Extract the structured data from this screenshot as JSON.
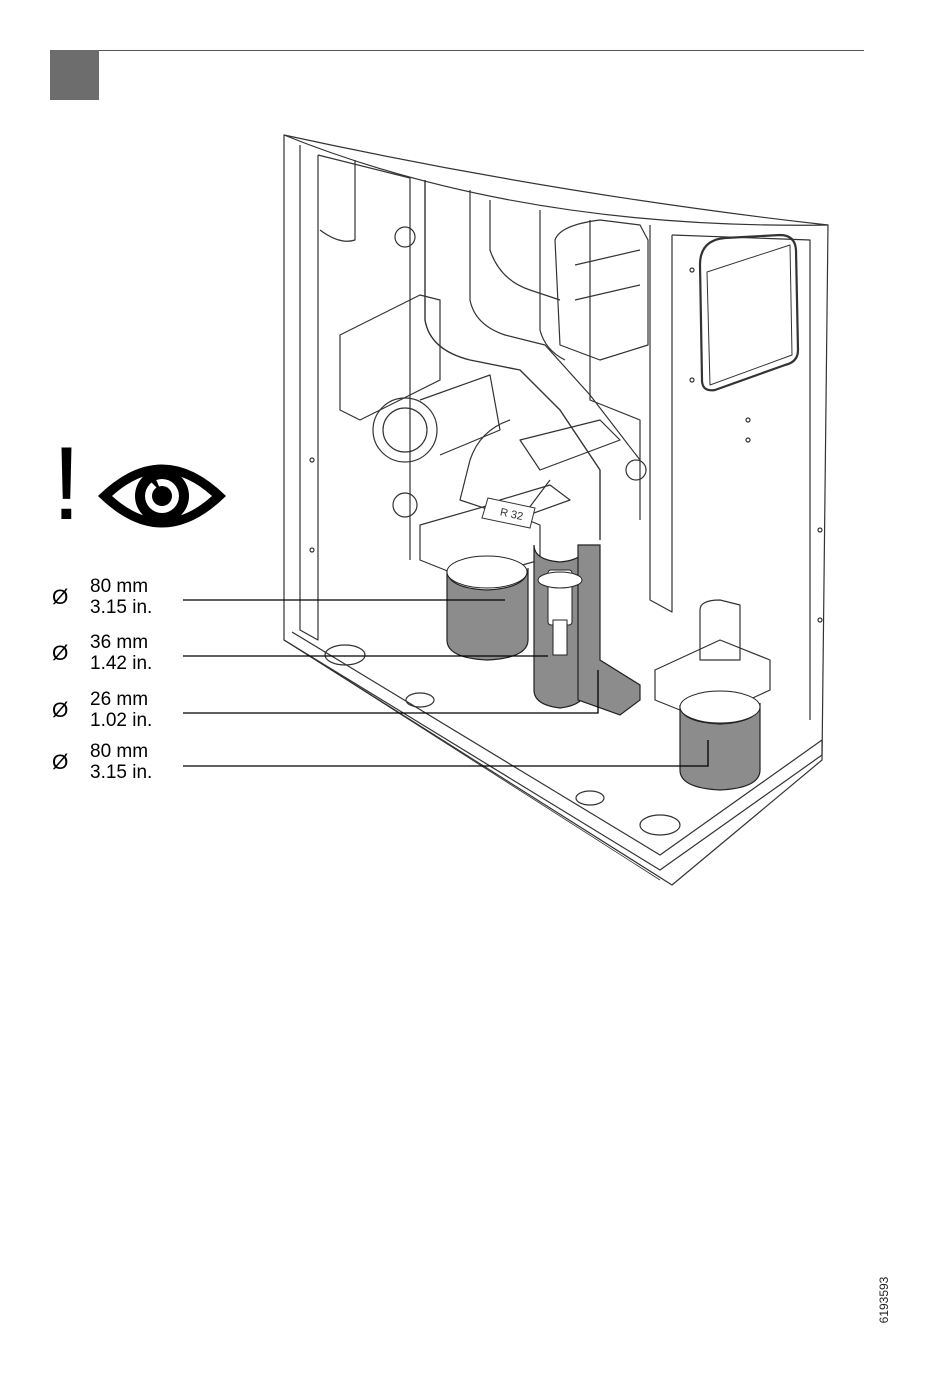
{
  "dimensions": [
    {
      "symbol": "Ø",
      "metric": "80 mm",
      "imperial": "3.15 in."
    },
    {
      "symbol": "Ø",
      "metric": "36 mm",
      "imperial": "1.42 in."
    },
    {
      "symbol": "Ø",
      "metric": "26 mm",
      "imperial": "1.02 in."
    },
    {
      "symbol": "Ø",
      "metric": "80 mm",
      "imperial": "3.15 in."
    }
  ],
  "warning": {
    "mark": "!",
    "icon": "eye-icon"
  },
  "refrigerant_label": "R 32",
  "document_id": "6193593",
  "colors": {
    "insulation": "#8c8c8c",
    "step_marker": "#6d6d6d"
  }
}
